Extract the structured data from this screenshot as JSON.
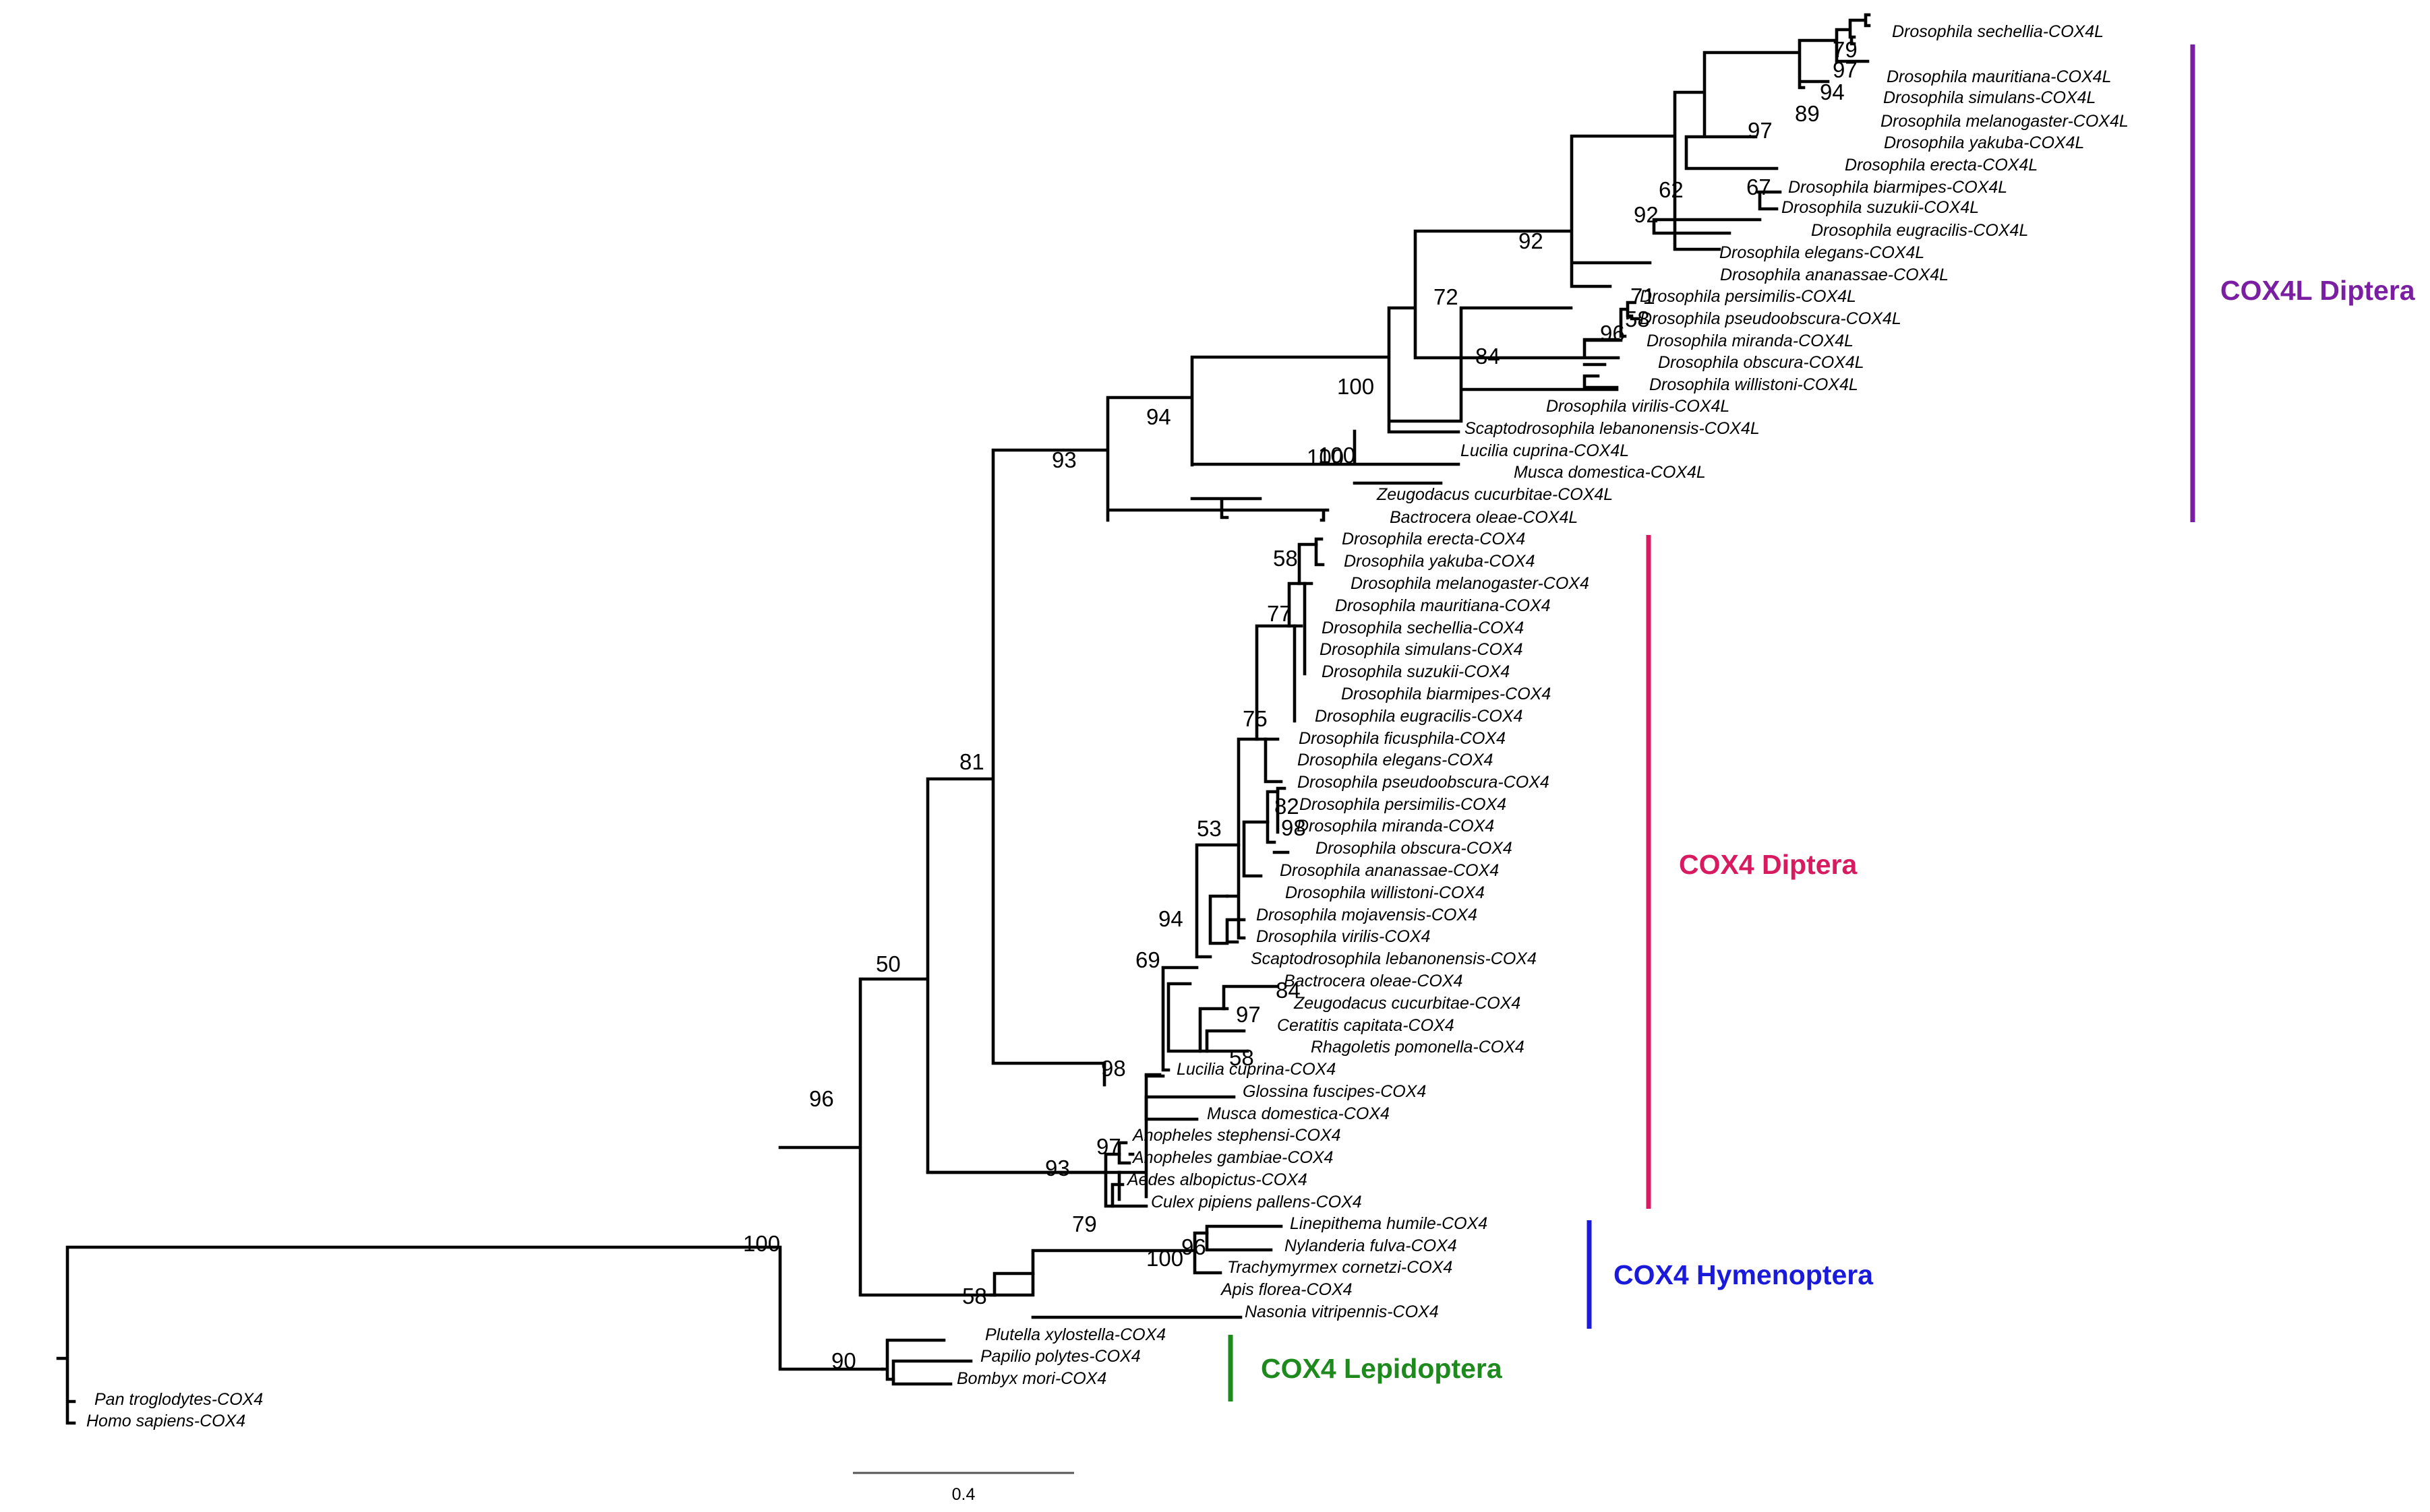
{
  "taxa": [
    "Drosophila sechellia-COX4L",
    "Drosophila mauritiana-COX4L",
    "Drosophila simulans-COX4L",
    "Drosophila melanogaster-COX4L",
    "Drosophila yakuba-COX4L",
    "Drosophila erecta-COX4L",
    "Drosophila biarmipes-COX4L",
    "Drosophila suzukii-COX4L",
    "Drosophila eugracilis-COX4L",
    "Drosophila elegans-COX4L",
    "Drosophila ananassae-COX4L",
    "Drosophila persimilis-COX4L",
    "Drosophila pseudoobscura-COX4L",
    "Drosophila miranda-COX4L",
    "Drosophila obscura-COX4L",
    "Drosophila willistoni-COX4L",
    "Drosophila virilis-COX4L",
    "Scaptodrosophila lebanonensis-COX4L",
    "Lucilia cuprina-COX4L",
    "Musca domestica-COX4L",
    "Zeugodacus cucurbitae-COX4L",
    "Bactrocera oleae-COX4L",
    "Drosophila erecta-COX4",
    "Drosophila yakuba-COX4",
    "Drosophila melanogaster-COX4",
    "Drosophila mauritiana-COX4",
    "Drosophila sechellia-COX4",
    "Drosophila simulans-COX4",
    "Drosophila suzukii-COX4",
    "Drosophila biarmipes-COX4",
    "Drosophila eugracilis-COX4",
    "Drosophila ficusphila-COX4",
    "Drosophila elegans-COX4",
    "Drosophila pseudoobscura-COX4",
    "Drosophila persimilis-COX4",
    "Drosophila miranda-COX4",
    "Drosophila obscura-COX4",
    "Drosophila ananassae-COX4",
    "Drosophila willistoni-COX4",
    "Drosophila mojavensis-COX4",
    "Drosophila virilis-COX4",
    "Scaptodrosophila lebanonensis-COX4",
    "Bactrocera oleae-COX4",
    "Zeugodacus cucurbitae-COX4",
    "Ceratitis capitata-COX4",
    "Rhagoletis pomonella-COX4",
    "Lucilia cuprina-COX4",
    "Glossina fuscipes-COX4",
    "Musca domestica-COX4",
    "Anopheles stephensi-COX4",
    "Anopheles gambiae-COX4",
    "Aedes albopictus-COX4",
    "Culex pipiens pallens-COX4",
    "Linepithema humile-COX4",
    "Nylanderia fulva-COX4",
    "Trachymyrmex cornetzi-COX4",
    "Apis florea-COX4",
    "Nasonia vitripennis-COX4",
    "Plutella xylostella-COX4",
    "Papilio polytes-COX4",
    "Bombyx mori-COX4",
    "Pan troglodytes-COX4",
    "Homo sapiens-COX4"
  ],
  "support_values": [
    "79",
    "97",
    "94",
    "89",
    "97",
    "67",
    "62",
    "92",
    "92",
    "71",
    "58",
    "96",
    "84",
    "72",
    "100",
    "100",
    "94",
    "100",
    "93",
    "58",
    "77",
    "75",
    "82",
    "98",
    "53",
    "84",
    "97",
    "58",
    "94",
    "69",
    "98",
    "81",
    "97",
    "93",
    "79",
    "50",
    "96",
    "100",
    "96",
    "58",
    "90",
    "100"
  ],
  "clades": [
    {
      "label": "COX4L Diptera",
      "color": "#7b1fa2"
    },
    {
      "label": "COX4 Diptera",
      "color": "#d81b60"
    },
    {
      "label": "COX4 Hymenoptera",
      "color": "#1a1adb"
    },
    {
      "label": "COX4 Lepidoptera",
      "color": "#1e8a1e"
    }
  ],
  "scale_bar": {
    "label": "0.4"
  }
}
